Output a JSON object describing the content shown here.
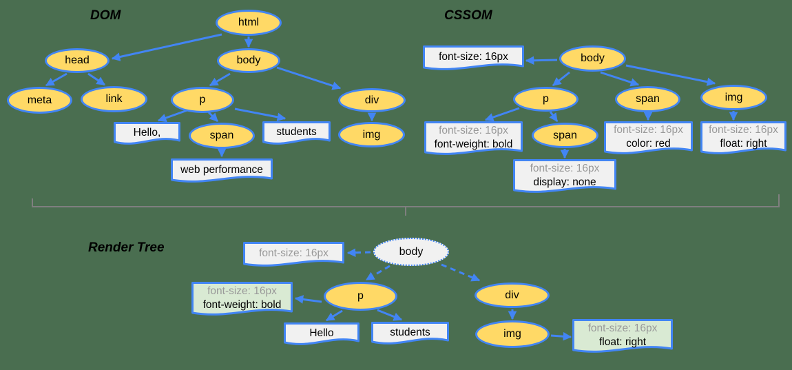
{
  "titles": {
    "dom": "DOM",
    "cssom": "CSSOM",
    "render": "Render Tree"
  },
  "colors": {
    "node_fill": "#ffd966",
    "outline_blue": "#4285f4",
    "box_fill": "#f1f1f1",
    "matched_rule_fill": "#d9ead3",
    "muted_text": "#999999",
    "text": "#000000",
    "background": "#4a6e50",
    "divider": "#7f7f7f"
  },
  "dom": {
    "html": "html",
    "head": "head",
    "body": "body",
    "meta": "meta",
    "link": "link",
    "p": "p",
    "span": "span",
    "div": "div",
    "img": "img",
    "text_hello": "Hello,",
    "text_students": "students",
    "text_webperf": "web performance"
  },
  "cssom": {
    "body": "body",
    "p": "p",
    "span": "span",
    "img": "img",
    "span_child": "span",
    "body_rule_line1": "font-size: 16px",
    "p_rule_line1": "font-size: 16px",
    "p_rule_line2": "font-weight: bold",
    "span_rule_line1": "font-size: 16px",
    "span_rule_line2": "color: red",
    "img_rule_line1": "font-size: 16px",
    "img_rule_line2": "float: right",
    "span_child_rule_line1": "font-size: 16px",
    "span_child_rule_line2": "display: none"
  },
  "render": {
    "body": "body",
    "p": "p",
    "div": "div",
    "img": "img",
    "body_rule_line1": "font-size: 16px",
    "p_rule_line1": "font-size: 16px",
    "p_rule_line2": "font-weight: bold",
    "img_rule_line1": "font-size: 16px",
    "img_rule_line2": "float: right",
    "text_hello": "Hello",
    "text_students": "students"
  }
}
